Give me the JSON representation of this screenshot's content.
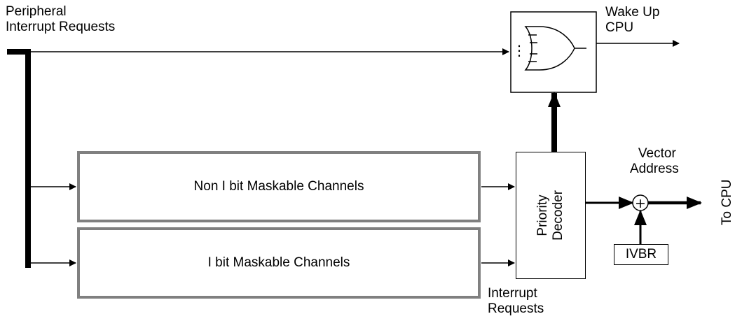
{
  "labels": {
    "peripheral_line1": "Peripheral",
    "peripheral_line2": "Interrupt Requests",
    "wakeup_line1": "Wake Up",
    "wakeup_line2": "CPU",
    "vector_line1": "Vector",
    "vector_line2": "Address",
    "to_cpu": "To CPU",
    "interrupt_line1": "Interrupt",
    "interrupt_line2": "Requests"
  },
  "blocks": {
    "non_i_bit": "Non I bit Maskable Channels",
    "i_bit": "I bit Maskable Channels",
    "decoder_line1": "Priority",
    "decoder_line2": "Decoder",
    "ivbr": "IVBR",
    "adder_symbol": "+"
  },
  "gate": {
    "ellipsis": "⋮"
  }
}
